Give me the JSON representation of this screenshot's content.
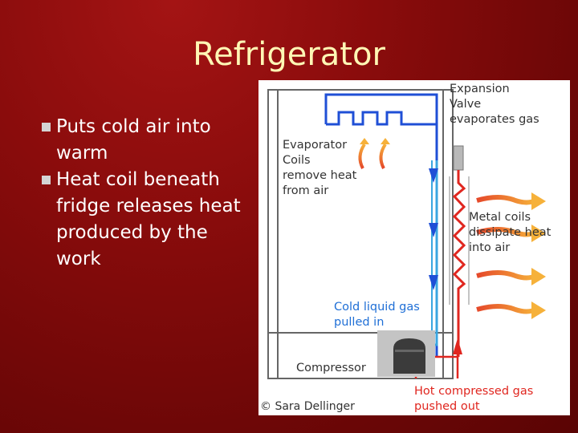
{
  "slide": {
    "title": "Refrigerator",
    "bullets": [
      "Puts cold air into warm",
      "Heat coil beneath fridge releases heat produced by the work"
    ]
  },
  "figure": {
    "labels": {
      "expansion": "Expansion\nValve\nevaporates gas",
      "evaporator": "Evaporator\nCoils\nremove heat\nfrom air",
      "metal_coils": "Metal coils\ndissipate heat\ninto air",
      "cold_liquid": "Cold liquid gas\npulled in",
      "compressor": "Compressor",
      "hot_compressed": "Hot compressed gas\npushed out",
      "credit": "© Sara Dellinger"
    },
    "colors": {
      "cold": "#1f4fd6",
      "hot": "#e0261f",
      "heat_arrow": "#f07a2a"
    }
  }
}
